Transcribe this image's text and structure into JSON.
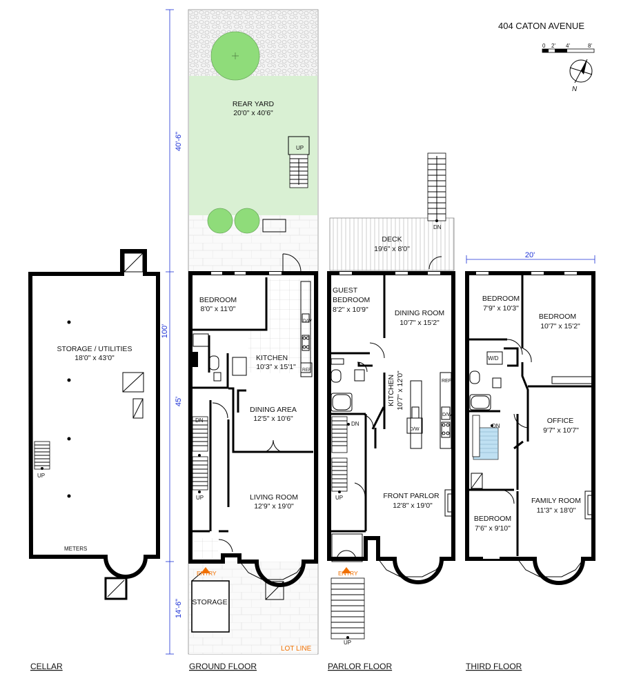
{
  "address": "404 CATON AVENUE",
  "scale": {
    "ticks": [
      "0",
      "2'",
      "4'",
      "8'"
    ]
  },
  "north_label": "N",
  "colors": {
    "yard": "#d9f0d3",
    "tree": "#8fdc7a",
    "dimension": "#1a2fd6",
    "entry": "#f07000",
    "lot_line": "#f07000",
    "walls": "#000000",
    "shower": "#bfe0f2"
  },
  "dimensions": {
    "yard_depth": "40'-6\"",
    "lot_depth": "100'",
    "building_depth": "45'",
    "front_depth": "14'-6\"",
    "building_width": "20'"
  },
  "lot_line_label": "LOT LINE",
  "floors": {
    "cellar": {
      "title": "CELLAR",
      "rooms": [
        {
          "name": "STORAGE / UTILITIES",
          "size": "18'0\" x 43'0\""
        }
      ],
      "labels": {
        "meters": "METERS",
        "up": "UP"
      }
    },
    "ground": {
      "title": "GROUND FLOOR",
      "rooms": [
        {
          "name": "REAR YARD",
          "size": "20'0\" x 40'6\""
        },
        {
          "name": "BEDROOM",
          "size": "8'0\" x 11'0\""
        },
        {
          "name": "KITCHEN",
          "size": "10'3\" x 15'1\""
        },
        {
          "name": "DINING AREA",
          "size": "12'5\" x 10'6\""
        },
        {
          "name": "LIVING ROOM",
          "size": "12'9\" x 19'0\""
        },
        {
          "name": "STORAGE",
          "size": ""
        }
      ],
      "labels": {
        "up_yard": "UP",
        "dn": "DN",
        "up": "UP",
        "dw": "D/W",
        "ref": "REF",
        "entry": "ENTRY"
      }
    },
    "parlor": {
      "title": "PARLOR FLOOR",
      "rooms": [
        {
          "name": "DECK",
          "size": "19'6\" x 8'0\""
        },
        {
          "name": "GUEST BEDROOM",
          "line1": "GUEST",
          "line2": "BEDROOM",
          "size": "8'2\" x 10'9\""
        },
        {
          "name": "DINING ROOM",
          "size": "10'7\" x 15'2\""
        },
        {
          "name": "KITCHEN",
          "size": "10'7\" x 12'0\""
        },
        {
          "name": "FRONT PARLOR",
          "size": "12'8\" x 19'0\""
        }
      ],
      "labels": {
        "dn_deck": "DN",
        "dn": "DN",
        "up": "UP",
        "ref": "REF",
        "dw1": "D/W",
        "dw2": "D/W",
        "entry": "ENTRY",
        "up_stoop": "UP"
      }
    },
    "third": {
      "title": "THIRD FLOOR",
      "rooms": [
        {
          "name": "BEDROOM",
          "size": "7'9\" x 10'3\""
        },
        {
          "name": "BEDROOM",
          "size": "10'7\" x 15'2\""
        },
        {
          "name": "OFFICE",
          "size": "9'7\" x 10'7\""
        },
        {
          "name": "FAMILY ROOM",
          "size": "11'3\" x 18'0\""
        },
        {
          "name": "BEDROOM",
          "size": "7'6\" x 9'10\""
        }
      ],
      "labels": {
        "wd": "W/D",
        "dn": "DN"
      }
    }
  }
}
